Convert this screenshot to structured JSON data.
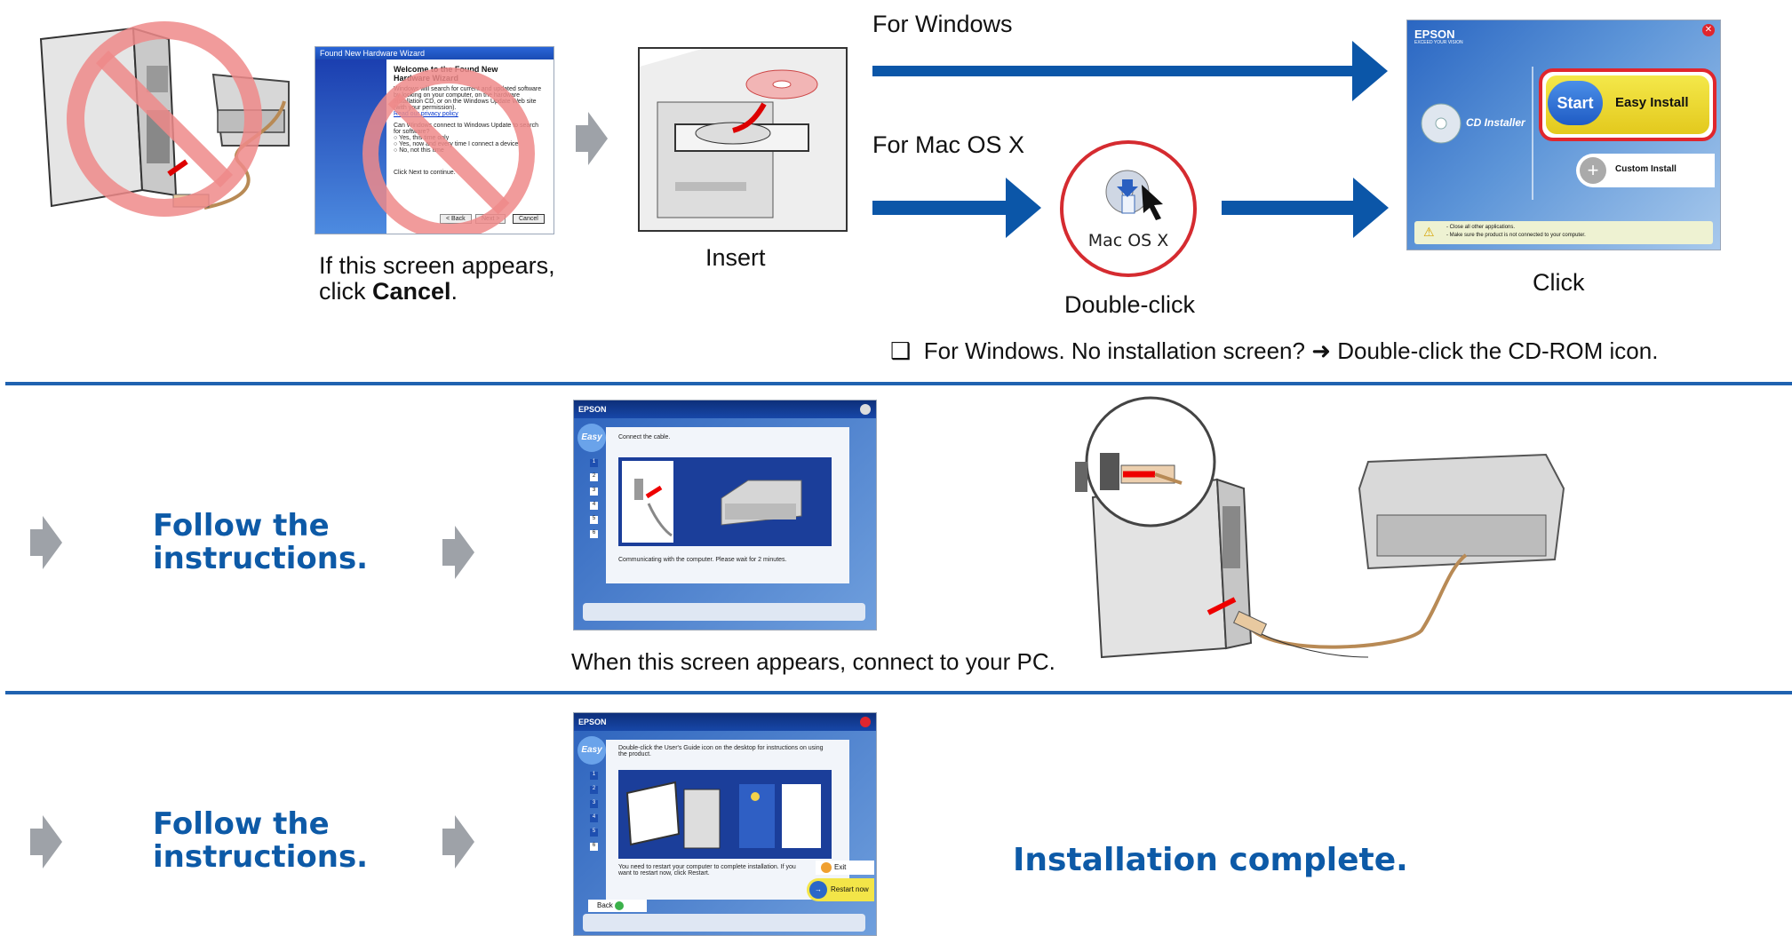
{
  "section1": {
    "wizard_caption_line1": "If this screen appears,",
    "wizard_caption_click": "click ",
    "wizard_caption_cancel": "Cancel",
    "wizard_caption_period": ".",
    "insert_label": "Insert",
    "for_windows": "For Windows",
    "for_mac": "For Mac OS X",
    "mac_icon_label": "Mac OS X",
    "double_click": "Double-click",
    "click": "Click",
    "note_checkbox": "❑",
    "note_text_1": "For Windows. No installation screen?",
    "note_text_2": "Double-click the CD-ROM icon.",
    "wizard": {
      "title": "Found New Hardware Wizard",
      "heading_1": "Welcome to the Found New",
      "heading_2": "Hardware Wizard",
      "body": "Windows will search for current and updated software by looking on your computer, on the hardware installation CD, or on the Windows Update Web site (with your permission).",
      "privacy": "Read our privacy policy",
      "question": "Can Windows connect to Windows Update to search for software?",
      "options": [
        "Yes, this time only",
        "Yes, now and every time I connect a device",
        "No, not this time"
      ],
      "continue": "Click Next to continue.",
      "back": "< Back",
      "next": "Next >",
      "cancel": "Cancel"
    },
    "installer": {
      "brand": "EPSON",
      "brand_sub": "EXCEED YOUR VISION",
      "cd_installer": "CD Installer",
      "start": "Start",
      "easy_install": "Easy Install",
      "custom_install": "Custom Install",
      "warn_1": "- Close all other applications.",
      "warn_2": "- Make sure the product is not connected to your computer."
    }
  },
  "section2": {
    "follow_1": "Follow the",
    "follow_2": "instructions.",
    "screen": {
      "brand": "EPSON",
      "easy": "Easy",
      "steps": [
        "1",
        "2",
        "3",
        "4",
        "5",
        "6"
      ],
      "connect": "Connect the cable.",
      "communicating": "Communicating with the computer. Please wait for 2 minutes."
    },
    "connect_caption": "When this screen appears, connect to your PC."
  },
  "section3": {
    "follow_1": "Follow the",
    "follow_2": "instructions.",
    "screen": {
      "brand": "EPSON",
      "easy": "Easy",
      "steps": [
        "1",
        "2",
        "3",
        "4",
        "5",
        "6"
      ],
      "instr": "Double-click the User's Guide icon on the desktop for instructions on using the product.",
      "restart_text": "You need to restart your computer to complete installation. If you want to restart now, click Restart.",
      "exit": "Exit",
      "restart_now": "Restart now",
      "back": "Back"
    },
    "complete": "Installation complete."
  },
  "colors": {
    "accent_blue": "#0d5aa7",
    "arrow_blue": "#0b56a8",
    "rule_blue": "#1f62b0",
    "no_red": "#ef8a8a",
    "highlight_red": "#e0262d"
  }
}
